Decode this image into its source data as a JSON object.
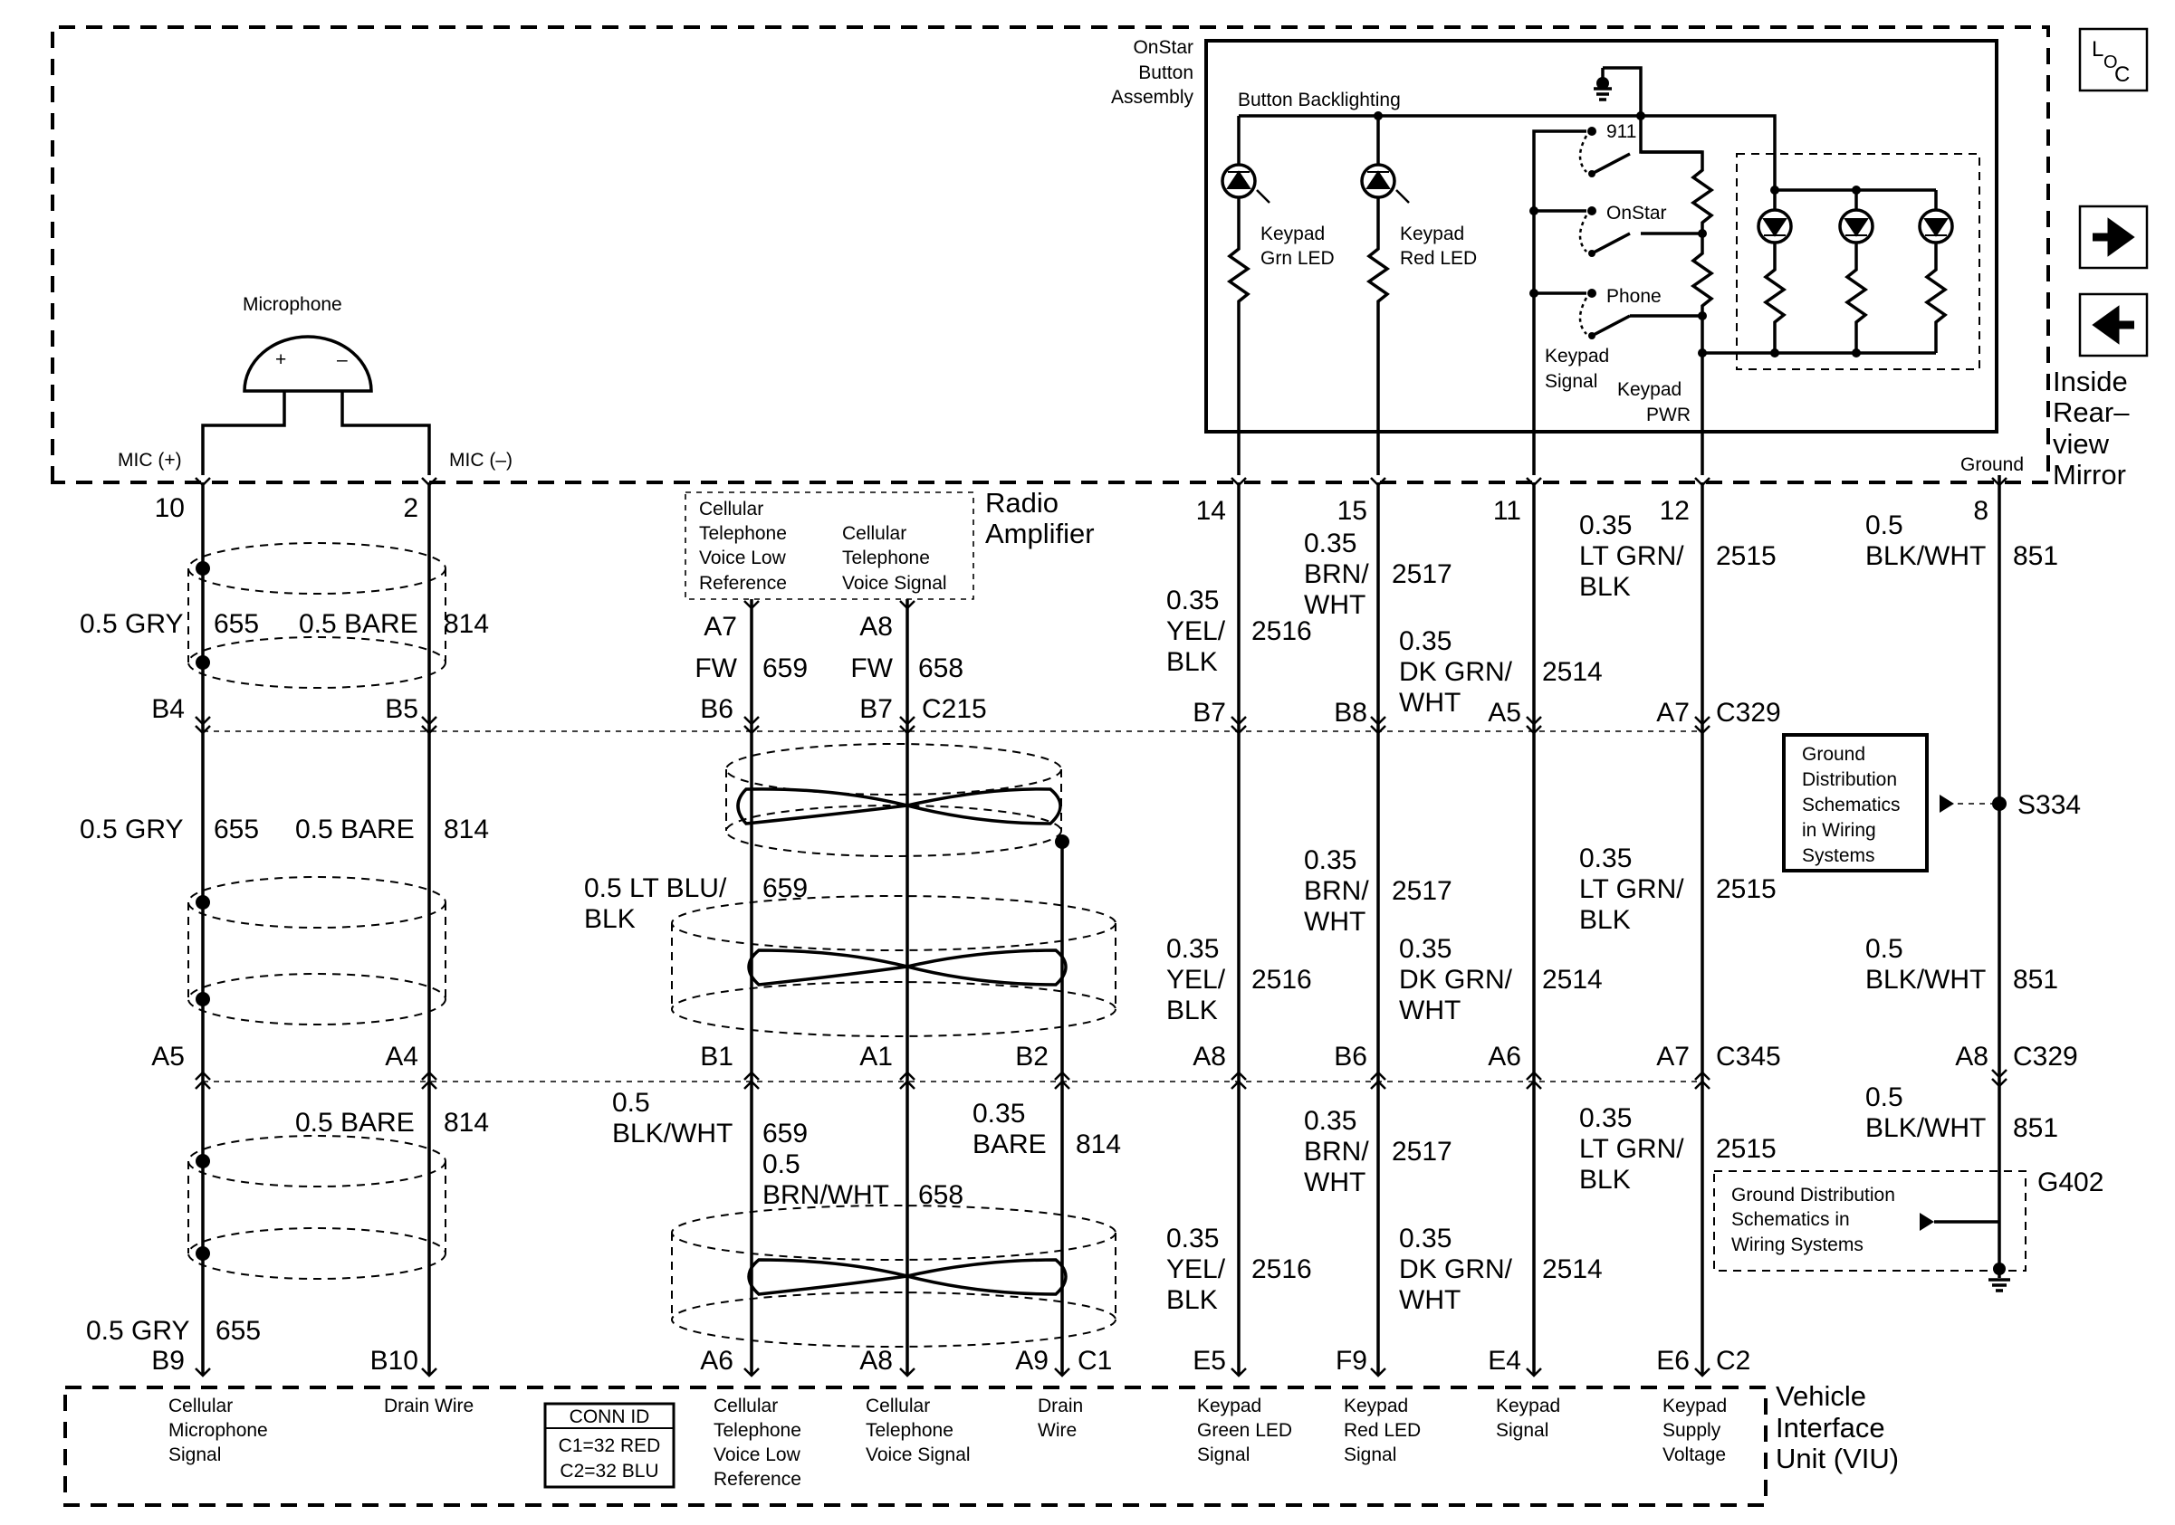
{
  "modules": {
    "button_assembly": [
      "OnStar",
      "Button",
      "Assembly"
    ],
    "button_backlighting": "Button Backlighting",
    "switch_911": "911",
    "switch_onstar": "OnStar",
    "switch_phone": "Phone",
    "keypad_signal_int": [
      "Keypad",
      "Signal"
    ],
    "keypad_pwr_int": [
      "Keypad",
      "PWR"
    ],
    "keypad_grn_led": [
      "Keypad",
      "Grn LED"
    ],
    "keypad_red_led": [
      "Keypad",
      "Red LED"
    ],
    "mirror": [
      "Inside",
      "Rear–",
      "view",
      "Mirror"
    ],
    "ground_label": "Ground",
    "microphone": "Microphone",
    "mic_plus_sign": "+",
    "mic_minus_sign": "–",
    "mic_plus": "MIC (+)",
    "mic_minus": "MIC (–)",
    "radio_amp": [
      "Radio",
      "Amplifier"
    ],
    "radio_ref": [
      "Cellular",
      "Telephone",
      "Voice Low",
      "Reference"
    ],
    "radio_sig": [
      "Cellular",
      "Telephone",
      "Voice Signal"
    ],
    "viu": [
      "Vehicle",
      "Interface",
      "Unit (VIU)"
    ],
    "viu_pins": [
      [
        "Cellular",
        "Microphone",
        "Signal"
      ],
      [
        "Drain Wire"
      ],
      [
        "Cellular",
        "Telephone",
        "Voice Low",
        "Reference"
      ],
      [
        "Cellular",
        "Telephone",
        "Voice Signal"
      ],
      [
        "Drain",
        "Wire"
      ],
      [
        "Keypad",
        "Green LED",
        "Signal"
      ],
      [
        "Keypad",
        "Red LED",
        "Signal"
      ],
      [
        "Keypad",
        "Signal"
      ],
      [
        "Keypad",
        "Supply",
        "Voltage"
      ]
    ],
    "conn_id": [
      "CONN ID",
      "C1=32 RED",
      "C2=32 BLU"
    ],
    "gd_box_1": [
      "Ground",
      "Distribution",
      "Schematics",
      "in Wiring",
      "Systems"
    ],
    "gd_box_2": [
      "Ground Distribution",
      "Schematics in",
      "Wiring Systems"
    ],
    "s334": "S334",
    "g402": "G402",
    "loc_icon": [
      "L",
      "O",
      "C"
    ]
  },
  "row1": {
    "pins": [
      "10",
      "2",
      "14",
      "15",
      "11",
      "12",
      "8"
    ],
    "wires": [
      [
        "0.5 GRY",
        "655"
      ],
      [
        "0.5 BARE",
        "814"
      ],
      [
        "0.35",
        "YEL/",
        "BLK",
        "2516"
      ],
      [
        "0.35",
        "BRN/",
        "WHT",
        "2517"
      ],
      [
        "0.35",
        "DK GRN/",
        "WHT",
        "2514"
      ],
      [
        "0.35",
        "LT GRN/",
        "BLK",
        "2515"
      ],
      [
        "0.5",
        "BLK/WHT",
        "851"
      ]
    ],
    "radio_pins": [
      "A7",
      "A8"
    ],
    "fw": [
      "FW",
      "659",
      "FW",
      "658"
    ]
  },
  "c215": {
    "name": "C215",
    "pins_left": [
      "B4",
      "B5",
      "B6",
      "B7"
    ]
  },
  "c329": {
    "name": "C329",
    "pins": [
      "B7",
      "B8",
      "A5",
      "A7"
    ]
  },
  "row2": {
    "wires": [
      [
        "0.5 GRY",
        "655"
      ],
      [
        "0.5 BARE",
        "814"
      ],
      [
        "0.5 LT BLU/",
        "BLK",
        "659"
      ],
      [
        "0.35",
        "YEL/",
        "BLK",
        "2516"
      ],
      [
        "0.35",
        "BRN/",
        "WHT",
        "2517"
      ],
      [
        "0.35",
        "DK GRN/",
        "WHT",
        "2514"
      ],
      [
        "0.35",
        "LT GRN/",
        "BLK",
        "2515"
      ],
      [
        "0.5",
        "BLK/WHT",
        "851"
      ]
    ]
  },
  "c345": {
    "name": "C345",
    "pins": [
      "A5",
      "A4",
      "B1",
      "A1",
      "B2",
      "A8",
      "B6",
      "A6",
      "A7"
    ]
  },
  "c329b": {
    "name": "C329",
    "pin": "A8"
  },
  "row3": {
    "wires": [
      [
        "0.5 BARE",
        "814"
      ],
      [
        "0.5",
        "BLK/WHT",
        "659"
      ],
      [
        "0.5",
        "BRN/WHT",
        "658"
      ],
      [
        "0.35",
        "BARE",
        "814"
      ],
      [
        "0.35",
        "YEL/",
        "BLK",
        "2516"
      ],
      [
        "0.35",
        "BRN/",
        "WHT",
        "2517"
      ],
      [
        "0.35",
        "DK GRN/",
        "WHT",
        "2514"
      ],
      [
        "0.35",
        "LT GRN/",
        "BLK",
        "2515"
      ],
      [
        "0.5",
        "BLK/WHT",
        "851"
      ],
      [
        "0.5 GRY",
        "655"
      ]
    ]
  },
  "viu_conn": {
    "pins": [
      "B9",
      "B10",
      "A6",
      "A8",
      "A9",
      "E5",
      "F9",
      "E4",
      "E6"
    ],
    "c1": "C1",
    "c2": "C2"
  }
}
